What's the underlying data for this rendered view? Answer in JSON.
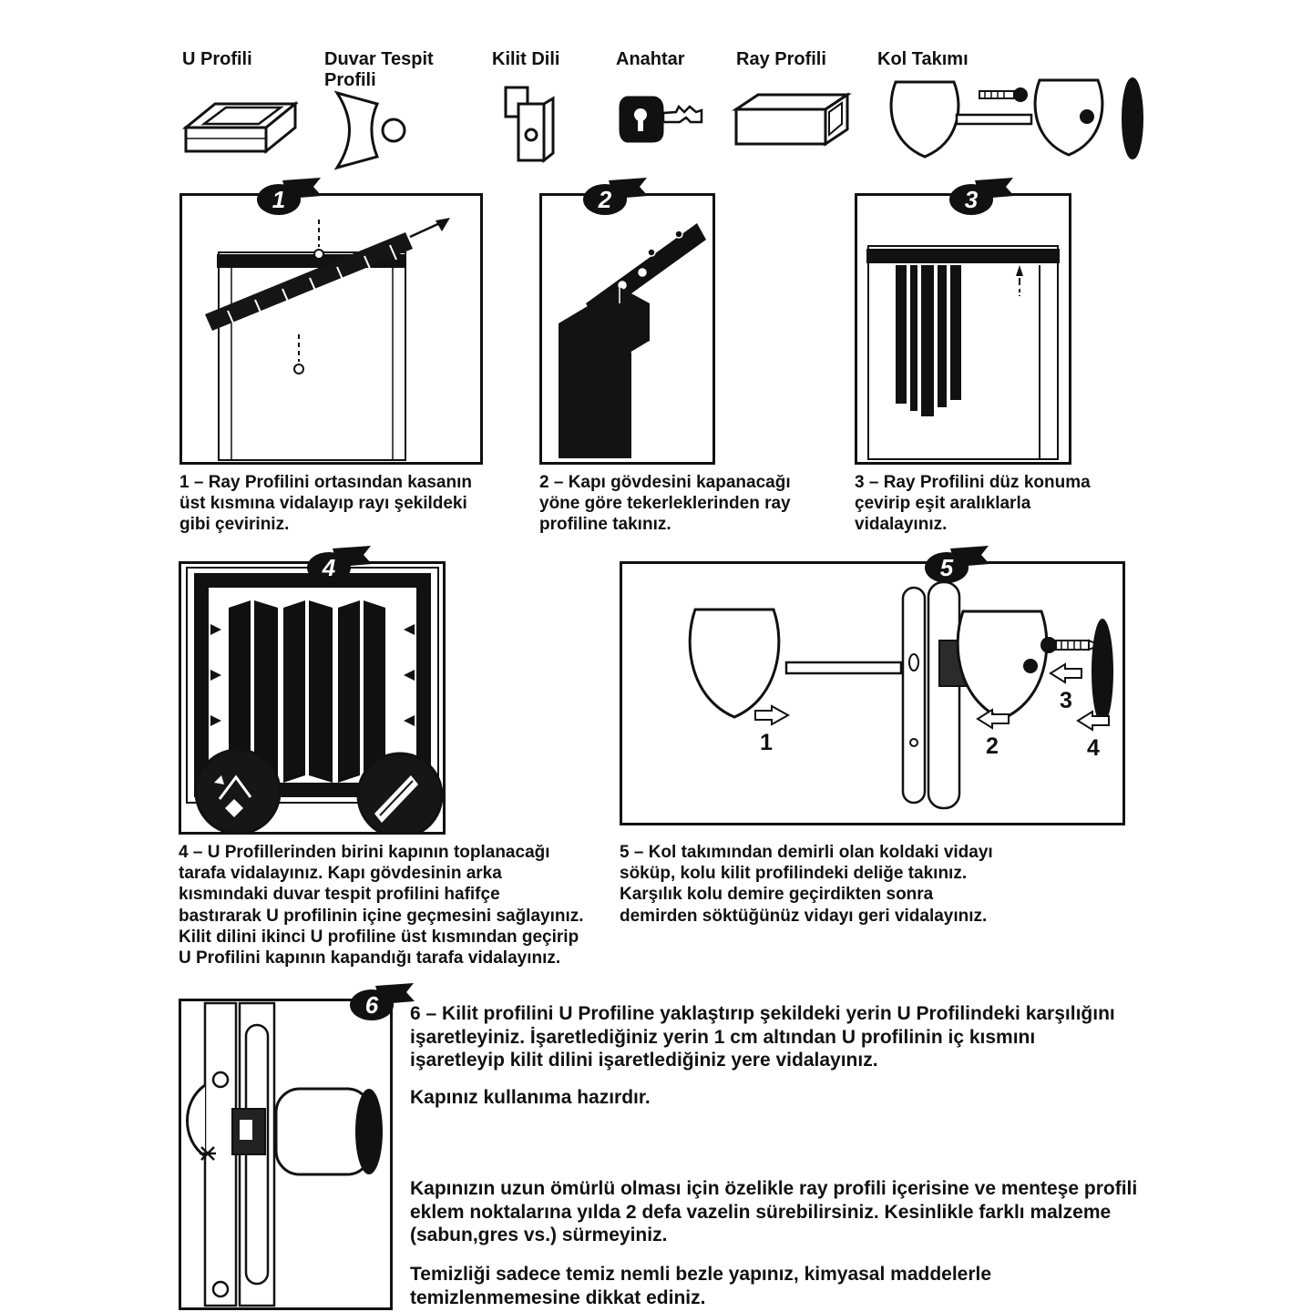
{
  "colors": {
    "ink": "#111111",
    "paper": "#ffffff"
  },
  "parts": [
    {
      "label": "U Profili",
      "icon": "u-profile-icon"
    },
    {
      "label": "Duvar Tespit Profili",
      "icon": "wall-mount-profile-icon"
    },
    {
      "label": "Kilit Dili",
      "icon": "latch-tongue-icon"
    },
    {
      "label": "Anahtar",
      "icon": "key-icon"
    },
    {
      "label": "Ray Profili",
      "icon": "rail-profile-icon"
    },
    {
      "label": "Kol Takımı",
      "icon": "handle-set-icon"
    }
  ],
  "steps": [
    {
      "number": "1",
      "caption": "1 – Ray Profilini ortasından kasanın üst kısmına vidalayıp rayı şekildeki gibi çeviriniz."
    },
    {
      "number": "2",
      "caption": "2 – Kapı gövdesini kapanacağı yöne göre tekerleklerinden ray profiline takınız."
    },
    {
      "number": "3",
      "caption": "3 – Ray Profilini düz konuma çevirip eşit aralıklarla vidalayınız."
    },
    {
      "number": "4",
      "caption": "4 – U Profillerinden birini kapının toplanacağı tarafa vidalayınız. Kapı gövdesinin arka kısmındaki duvar tespit profilini hafifçe bastırarak U profilinin içine geçmesini sağlayınız. Kilit dilini ikinci U profiline üst kısmından geçirip U Profilini kapının kapandığı tarafa vidalayınız."
    },
    {
      "number": "5",
      "caption": "5 – Kol takımından demirli olan koldaki vidayı söküp, kolu kilit profilindeki deliğe takınız. Karşılık kolu demire geçirdikten sonra demirden söktüğünüz vidayı geri vidalayınız."
    },
    {
      "number": "6",
      "caption": "6 – Kilit profilini U Profiline yaklaştırıp şekildeki yerin U Profilindeki karşılığını işaretleyiniz. İşaretlediğiniz yerin 1 cm altından U profilinin iç kısmını işaretleyip kilit dilini işaretlediğiniz yere vidalayınız.",
      "ready_note": "Kapınız kullanıma hazırdır."
    }
  ],
  "diagram5": {
    "arrow_labels": [
      "1",
      "2",
      "3",
      "4"
    ]
  },
  "footer": {
    "maintenance": "Kapınızın uzun ömürlü olması için özelikle ray profili içerisine ve menteşe profili eklem noktalarına yılda 2 defa vazelin sürebilirsiniz. Kesinlikle farklı malzeme (sabun,gres vs.) sürmeyiniz.",
    "cleaning": "Temizliği sadece temiz nemli bezle yapınız, kimyasal maddelerle temizlenmemesine dikkat ediniz."
  }
}
